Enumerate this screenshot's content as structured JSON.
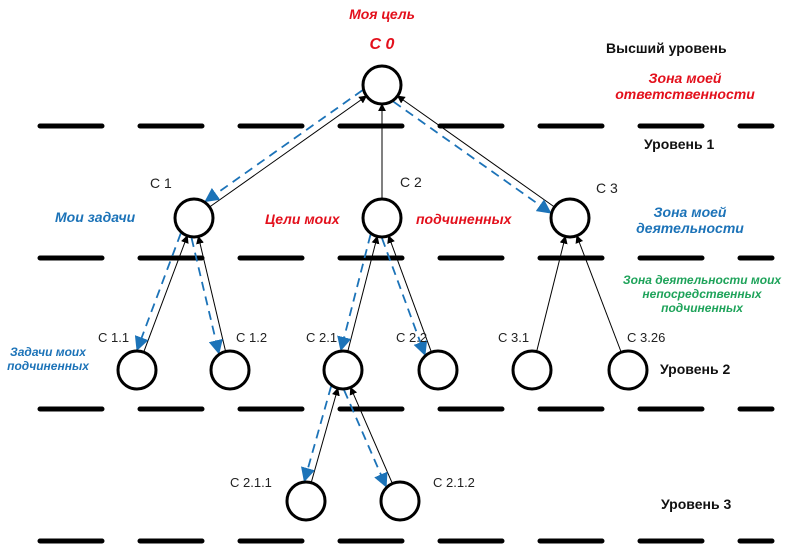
{
  "title": "Моя цель",
  "root_label": "С 0",
  "levels": {
    "top": "Высший уровень",
    "l1": "Уровень 1",
    "l2": "Уровень 2",
    "l3": "Уровень 3"
  },
  "zones": {
    "responsibility": [
      "Зона моей",
      "ответственности"
    ],
    "activity": [
      "Зона моей",
      "деятельности"
    ],
    "subordinates_activity": [
      "Зона деятельности моих",
      "непосредственных",
      "подчиненных"
    ]
  },
  "annotations": {
    "my_tasks": "Мои задачи",
    "sub_goals_left": "Цели моих",
    "sub_goals_right": "подчиненных",
    "sub_tasks": [
      "Задачи моих",
      "подчиненных"
    ]
  },
  "nodes": [
    {
      "id": "C0",
      "label": "С 0",
      "level": 0,
      "parent": null
    },
    {
      "id": "C1",
      "label": "С 1",
      "level": 1,
      "parent": "C0"
    },
    {
      "id": "C2",
      "label": "С 2",
      "level": 1,
      "parent": "C0"
    },
    {
      "id": "C3",
      "label": "С 3",
      "level": 1,
      "parent": "C0"
    },
    {
      "id": "C1.1",
      "label": "С 1.1",
      "level": 2,
      "parent": "C1"
    },
    {
      "id": "C1.2",
      "label": "С 1.2",
      "level": 2,
      "parent": "C1"
    },
    {
      "id": "C2.1",
      "label": "С 2.1",
      "level": 2,
      "parent": "C2"
    },
    {
      "id": "C2.2",
      "label": "С 2.2",
      "level": 2,
      "parent": "C2"
    },
    {
      "id": "C3.1",
      "label": "С 3.1",
      "level": 2,
      "parent": "C3"
    },
    {
      "id": "C3.26",
      "label": "С 3.26",
      "level": 2,
      "parent": "C3"
    },
    {
      "id": "C2.1.1",
      "label": "С 2.1.1",
      "level": 3,
      "parent": "C2.1"
    },
    {
      "id": "C2.1.2",
      "label": "С 2.1.2",
      "level": 3,
      "parent": "C2.1"
    }
  ],
  "edges": [
    {
      "from": "C1",
      "to": "C0",
      "type": "goal"
    },
    {
      "from": "C2",
      "to": "C0",
      "type": "goal"
    },
    {
      "from": "C3",
      "to": "C0",
      "type": "goal"
    },
    {
      "from": "C1.1",
      "to": "C1",
      "type": "goal"
    },
    {
      "from": "C1.2",
      "to": "C1",
      "type": "goal"
    },
    {
      "from": "C2.1",
      "to": "C2",
      "type": "goal"
    },
    {
      "from": "C2.2",
      "to": "C2",
      "type": "goal"
    },
    {
      "from": "C3.1",
      "to": "C3",
      "type": "goal"
    },
    {
      "from": "C3.26",
      "to": "C3",
      "type": "goal"
    },
    {
      "from": "C2.1.1",
      "to": "C2.1",
      "type": "goal"
    },
    {
      "from": "C2.1.2",
      "to": "C2.1",
      "type": "goal"
    },
    {
      "from": "C0",
      "to": "C1",
      "type": "task"
    },
    {
      "from": "C0",
      "to": "C3",
      "type": "task"
    },
    {
      "from": "C1",
      "to": "C1.1",
      "type": "task"
    },
    {
      "from": "C1",
      "to": "C1.2",
      "type": "task"
    },
    {
      "from": "C2",
      "to": "C2.1",
      "type": "task"
    },
    {
      "from": "C2",
      "to": "C2.2",
      "type": "task"
    },
    {
      "from": "C2.1",
      "to": "C2.1.1",
      "type": "task"
    },
    {
      "from": "C2.1",
      "to": "C2.1.2",
      "type": "task"
    }
  ],
  "colors": {
    "goal_edge": "#000000",
    "task_edge": "#1c73b8",
    "goal_text": "#e3101c",
    "task_text": "#1c73b8",
    "zone_text": "#1ea35a"
  }
}
